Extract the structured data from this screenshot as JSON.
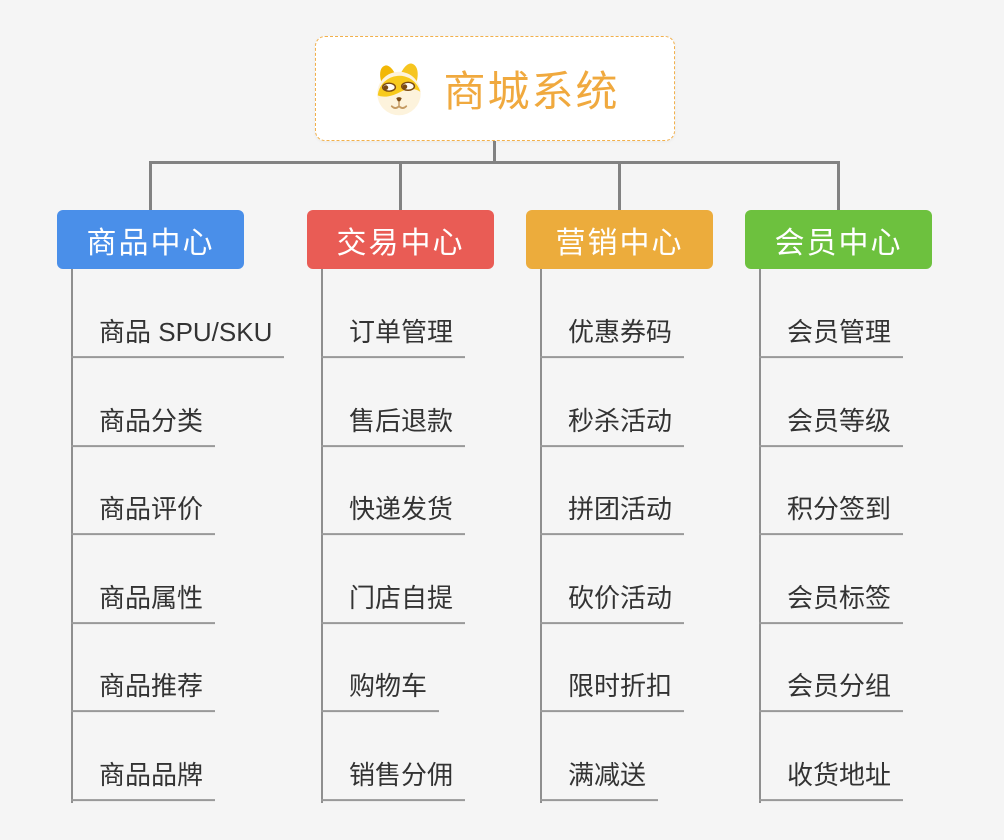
{
  "canvas": {
    "background": "#f5f5f5",
    "connector_color": "#828282",
    "trunk_color": "#8f8f8f",
    "underline_color": "#999999",
    "child_text_color": "#333333"
  },
  "root": {
    "title": "商城系统",
    "title_color": "#f0a93e",
    "border_color": "#f2b04b",
    "icon": "doge-face-icon"
  },
  "branches": [
    {
      "label": "商品中心",
      "color": "#4A8FE9",
      "children": [
        "商品 SPU/SKU",
        "商品分类",
        "商品评价",
        "商品属性",
        "商品推荐",
        "商品品牌"
      ]
    },
    {
      "label": "交易中心",
      "color": "#E95C55",
      "children": [
        "订单管理",
        "售后退款",
        "快递发货",
        "门店自提",
        "购物车",
        "销售分佣"
      ]
    },
    {
      "label": "营销中心",
      "color": "#ECAC3C",
      "children": [
        "优惠券码",
        "秒杀活动",
        "拼团活动",
        "砍价活动",
        "限时折扣",
        "满减送"
      ]
    },
    {
      "label": "会员中心",
      "color": "#6DC13E",
      "children": [
        "会员管理",
        "会员等级",
        "积分签到",
        "会员标签",
        "会员分组",
        "收货地址"
      ]
    }
  ]
}
